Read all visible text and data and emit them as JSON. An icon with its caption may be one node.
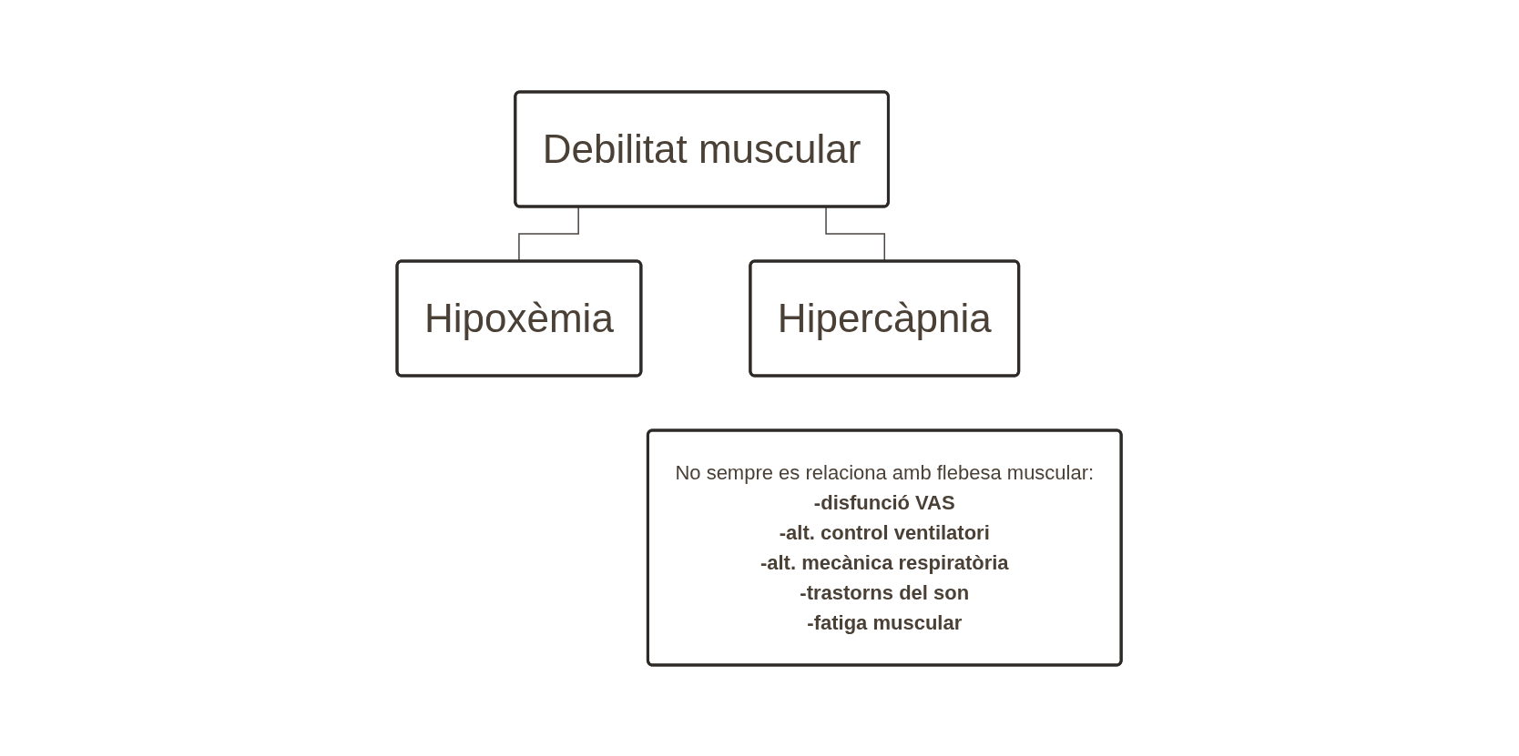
{
  "diagram": {
    "nodes": [
      {
        "text": [
          "Debilitat muscular"
        ]
      },
      {
        "text": [
          "Hipoxèmia"
        ]
      },
      {
        "text": [
          "Hipercàpnia"
        ]
      },
      {
        "text": [
          "No sempre es relaciona amb flebesa muscular:",
          "-disfunció VAS",
          "-alt. control ventilatori",
          "-alt. mecànica respiratòria",
          "-trastorns del son",
          "-fatiga muscular"
        ]
      }
    ],
    "edges": [
      {
        "from": 0,
        "to": 1,
        "arrow": "none"
      },
      {
        "from": 0,
        "to": 2,
        "arrow": "none"
      }
    ]
  }
}
